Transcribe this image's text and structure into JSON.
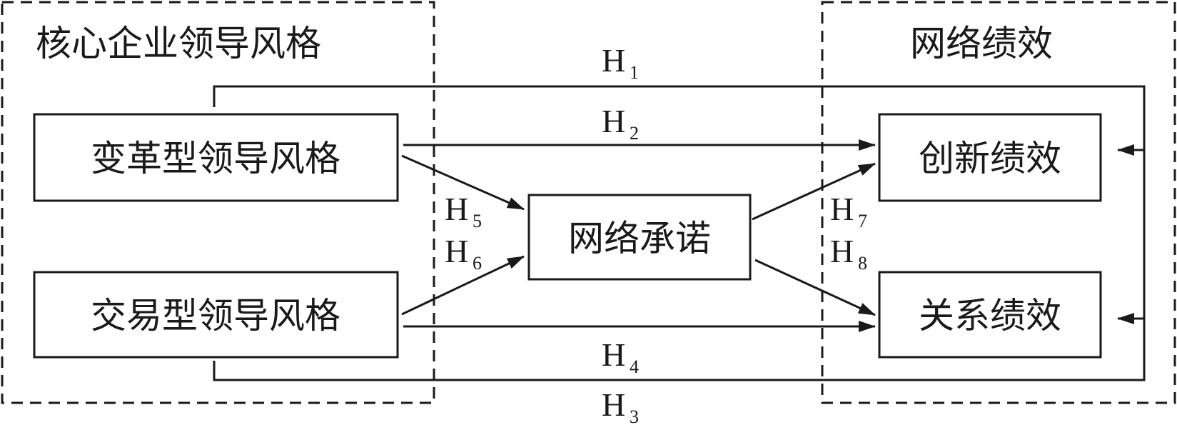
{
  "groups": {
    "leadership_style": "核心企业领导风格",
    "network_performance": "网络绩效"
  },
  "nodes": {
    "transformational": "变革型领导风格",
    "transactional": "交易型领导风格",
    "network_commitment": "网络承诺",
    "innovation_performance": "创新绩效",
    "relationship_performance": "关系绩效"
  },
  "hypotheses": {
    "h1": {
      "letter": "H",
      "num": "1"
    },
    "h2": {
      "letter": "H",
      "num": "2"
    },
    "h3": {
      "letter": "H",
      "num": "3"
    },
    "h4": {
      "letter": "H",
      "num": "4"
    },
    "h5": {
      "letter": "H",
      "num": "5"
    },
    "h6": {
      "letter": "H",
      "num": "6"
    },
    "h7": {
      "letter": "H",
      "num": "7"
    },
    "h8": {
      "letter": "H",
      "num": "8"
    }
  },
  "colors": {
    "stroke": "#1a1a1a",
    "background": "#ffffff"
  }
}
